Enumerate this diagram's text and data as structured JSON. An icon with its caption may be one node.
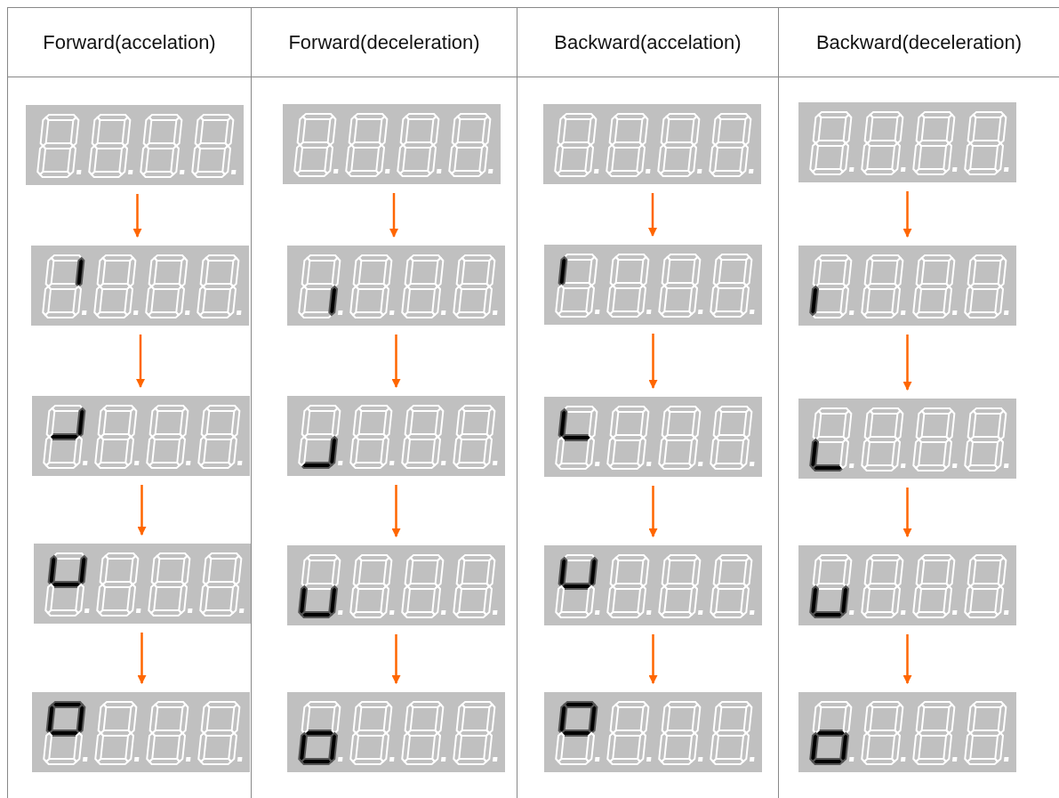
{
  "diagram": {
    "nodes": [
      {
        "text": [
          "Forward(accelation)"
        ]
      },
      {
        "text": [],
        "shape": "picture",
        "in": 0
      },
      {
        "text": [],
        "shape": "picture",
        "in": 0
      },
      {
        "text": [],
        "shape": "picture",
        "in": 0
      },
      {
        "text": [],
        "shape": "picture",
        "in": 0
      },
      {
        "text": [],
        "shape": "picture",
        "in": 0
      },
      {
        "text": [
          "Forward(deceleration)"
        ]
      },
      {
        "text": [],
        "shape": "picture",
        "in": 6
      },
      {
        "text": [],
        "shape": "picture",
        "in": 6
      },
      {
        "text": [],
        "shape": "picture",
        "in": 6
      },
      {
        "text": [],
        "shape": "picture",
        "in": 6
      },
      {
        "text": [],
        "shape": "picture",
        "in": 6
      },
      {
        "text": [
          "Backward(accelation)"
        ]
      },
      {
        "text": [],
        "shape": "picture",
        "in": 12
      },
      {
        "text": [],
        "shape": "picture",
        "in": 12
      },
      {
        "text": [],
        "shape": "picture",
        "in": 12
      },
      {
        "text": [],
        "shape": "picture",
        "in": 12
      },
      {
        "text": [],
        "shape": "picture",
        "in": 12
      },
      {
        "text": [
          "Backward(deceleration)"
        ]
      },
      {
        "text": [],
        "shape": "picture",
        "in": 18
      },
      {
        "text": [],
        "shape": "picture",
        "in": 18
      },
      {
        "text": [],
        "shape": "picture",
        "in": 18
      },
      {
        "text": [],
        "shape": "picture",
        "in": 18
      },
      {
        "text": [],
        "shape": "picture",
        "in": 18
      }
    ],
    "edges": [
      {
        "from": 1,
        "to": 2,
        "arrow": "to"
      },
      {
        "from": 2,
        "to": 3,
        "arrow": "to"
      },
      {
        "from": 3,
        "to": 4,
        "arrow": "to"
      },
      {
        "from": 4,
        "to": 5,
        "arrow": "to"
      },
      {
        "from": 7,
        "to": 8,
        "arrow": "to"
      },
      {
        "from": 8,
        "to": 9,
        "arrow": "to"
      },
      {
        "from": 9,
        "to": 10,
        "arrow": "to"
      },
      {
        "from": 10,
        "to": 11,
        "arrow": "to"
      },
      {
        "from": 13,
        "to": 14,
        "arrow": "to"
      },
      {
        "from": 14,
        "to": 15,
        "arrow": "to"
      },
      {
        "from": 15,
        "to": 16,
        "arrow": "to"
      },
      {
        "from": 16,
        "to": 17,
        "arrow": "to"
      },
      {
        "from": 19,
        "to": 20,
        "arrow": "to"
      },
      {
        "from": 20,
        "to": 21,
        "arrow": "to"
      },
      {
        "from": 21,
        "to": 22,
        "arrow": "to"
      },
      {
        "from": 22,
        "to": 23,
        "arrow": "to"
      }
    ]
  }
}
